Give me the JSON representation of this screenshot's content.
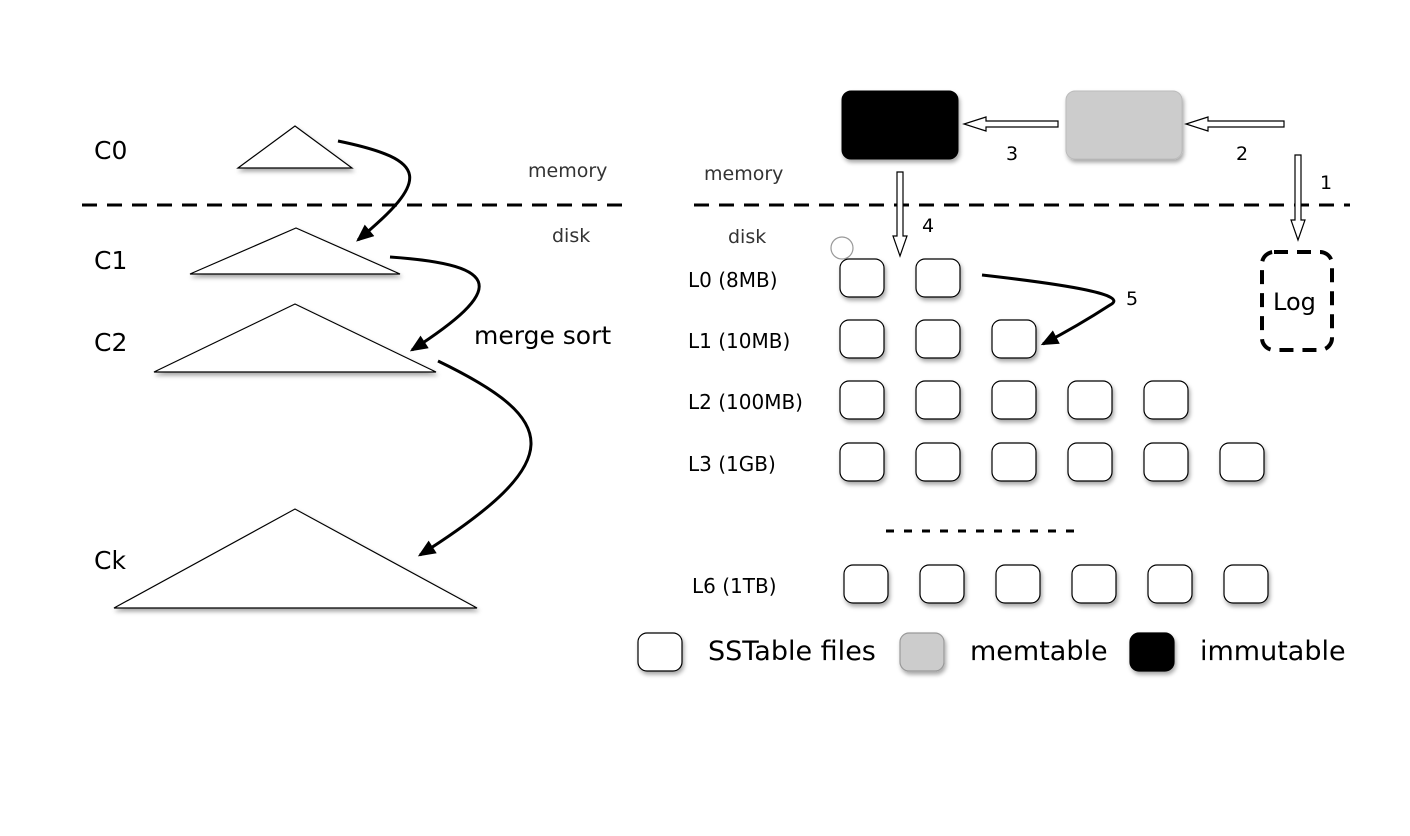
{
  "left": {
    "components": {
      "c0": "C0",
      "c1": "C1",
      "c2": "C2",
      "ck": "Ck"
    },
    "memory_label": "memory",
    "disk_label": "disk",
    "merge_label": "merge sort"
  },
  "right": {
    "memory_label": "memory",
    "disk_label": "disk",
    "levels": [
      {
        "label": "L0 (8MB)",
        "files": 2
      },
      {
        "label": "L1 (10MB)",
        "files": 3
      },
      {
        "label": "L2 (100MB)",
        "files": 5
      },
      {
        "label": "L3 (1GB)",
        "files": 6
      },
      {
        "label": "L6 (1TB)",
        "files": 6
      }
    ],
    "step_labels": {
      "s1": "1",
      "s2": "2",
      "s3": "3",
      "s4": "4",
      "s5": "5"
    },
    "log_label": "Log"
  },
  "legend": {
    "sstable": "SSTable files",
    "memtable": "memtable",
    "immutable": "immutable"
  },
  "colors": {
    "immutable": "#000000",
    "memtable": "#cccccc",
    "sstable": "#ffffff",
    "stroke": "#000000"
  }
}
